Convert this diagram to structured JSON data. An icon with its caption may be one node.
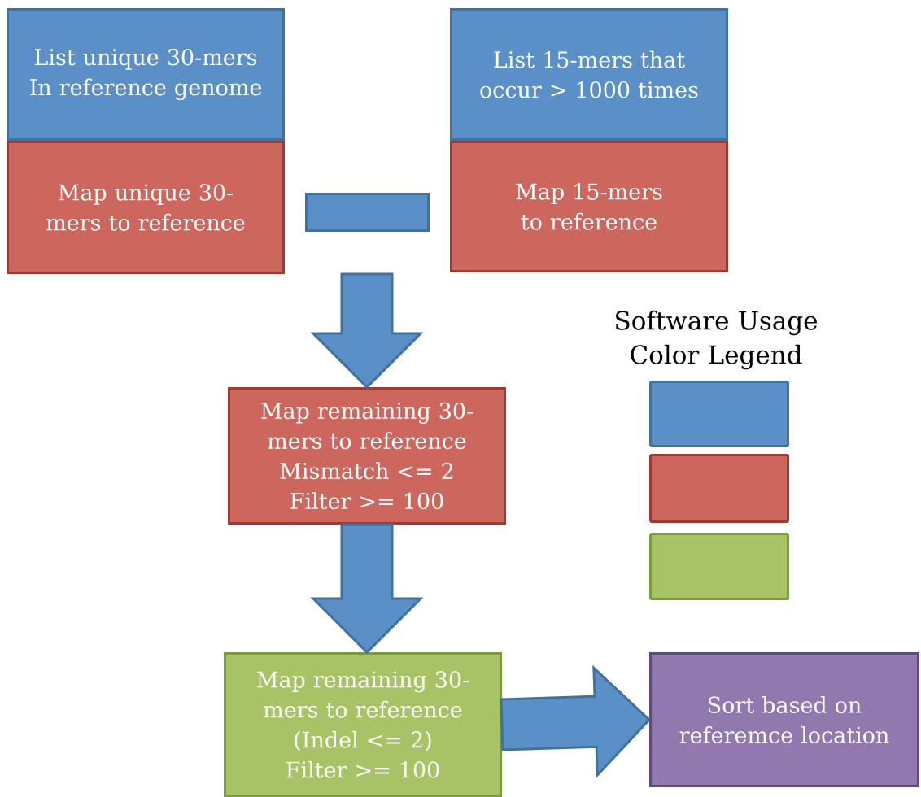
{
  "diagram": {
    "nodes": [
      {
        "text": [
          "List unique 30-mers In reference genome"
        ]
      },
      {
        "text": [
          "Map unique 30-mers to reference"
        ]
      },
      {
        "text": [
          "List 15-mers that occur > 1000 times"
        ]
      },
      {
        "text": [
          "Map 15-mers to reference"
        ]
      },
      {
        "text": [
          "Map remaining 30-mers to reference Mismatch <= 2 Filter >= 100"
        ]
      },
      {
        "text": [],
        "shape": "box"
      },
      {
        "text": [],
        "shape": "box"
      },
      {
        "text": [],
        "shape": "box"
      },
      {
        "text": [
          "Map remaining 30-mers to reference (Indel <= 2) Filter >= 100"
        ]
      },
      {
        "text": [
          "Sort based on referemce location"
        ]
      },
      {
        "text": [],
        "shape": "bar"
      }
    ],
    "edges": [
      {
        "from": 1,
        "to": 4,
        "arrow": "to"
      },
      {
        "from": 4,
        "to": 8,
        "arrow": "to"
      },
      {
        "from": 8,
        "to": 9,
        "arrow": "to"
      }
    ],
    "labels": [
      "Software Usage Color Legend"
    ]
  }
}
